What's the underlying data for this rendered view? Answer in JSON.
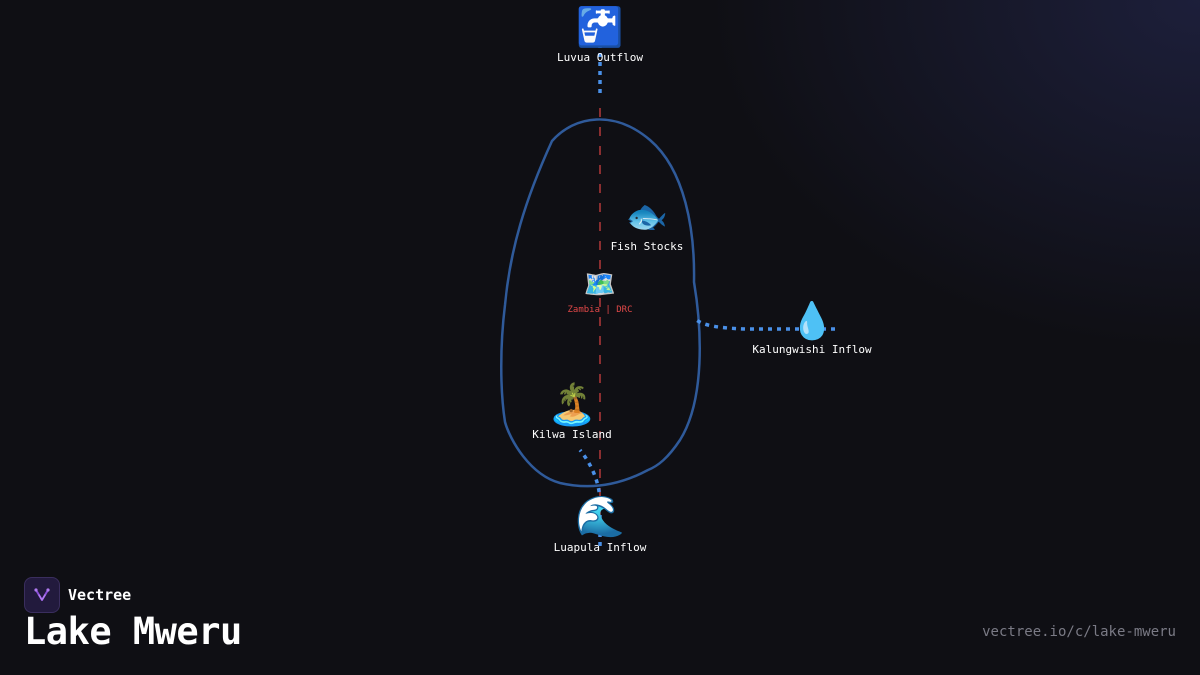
{
  "brand": {
    "name": "Vectree",
    "logo_icon": "vectree-logo-icon"
  },
  "title": "Lake Mweru",
  "url": "vectree.io/c/lake-mweru",
  "colors": {
    "background": "#0f0f14",
    "lake_outline": "#2f5a9a",
    "flow_line": "#4a90e8",
    "border_line": "#d04040",
    "label_text": "#ffffff",
    "border_label_text": "#e04848",
    "brand_accent": "#8a4fd8"
  },
  "nodes": [
    {
      "id": "luvua",
      "icon": "faucet-icon",
      "emoji": "🚰",
      "label": "Luvua Outflow"
    },
    {
      "id": "fish",
      "icon": "fish-icon",
      "emoji": "🐟",
      "label": "Fish Stocks"
    },
    {
      "id": "kalungwishi",
      "icon": "droplet-icon",
      "emoji": "💧",
      "label": "Kalungwishi Inflow"
    },
    {
      "id": "kilwa",
      "icon": "island-icon",
      "emoji": "🏝️",
      "label": "Kilwa Island"
    },
    {
      "id": "luapula",
      "icon": "wave-icon",
      "emoji": "🌊",
      "label": "Luapula Inflow"
    }
  ],
  "border_marker": {
    "icon": "map-icon",
    "emoji": "🗺️",
    "label": "Zambia | DRC"
  }
}
